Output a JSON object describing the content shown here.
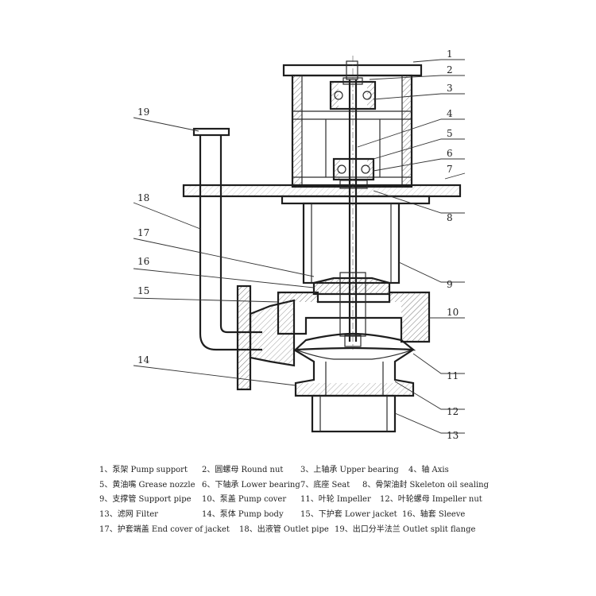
{
  "callouts": [
    "1",
    "2",
    "3",
    "4",
    "5",
    "6",
    "7",
    "8",
    "9",
    "10",
    "11",
    "12",
    "13",
    "14",
    "15",
    "16",
    "17",
    "18",
    "19"
  ],
  "legend": [
    [
      "1、泵架 Pump support",
      "2、圆螺母 Round nut",
      "3、上轴承 Upper bearing",
      "4、轴 Axis"
    ],
    [
      "5、黄油嘴 Grease nozzle",
      "6、下轴承 Lower bearing",
      "7、底座 Seat",
      "8、骨架油封 Skeleton oil sealing"
    ],
    [
      "9、支撑管 Support pipe",
      "10、泵盖 Pump cover",
      "11、叶轮 Impeller",
      "12、叶轮螺母 Impeller nut"
    ],
    [
      "13、滤网 Filter",
      "14、泵体 Pump body",
      "15、下护套 Lower jacket",
      "16、轴套 Sleeve"
    ],
    [
      "17、护套端盖 End cover of jacket",
      "18、出液管 Outlet pipe",
      "19、出口分半法兰 Outlet split flange"
    ]
  ]
}
